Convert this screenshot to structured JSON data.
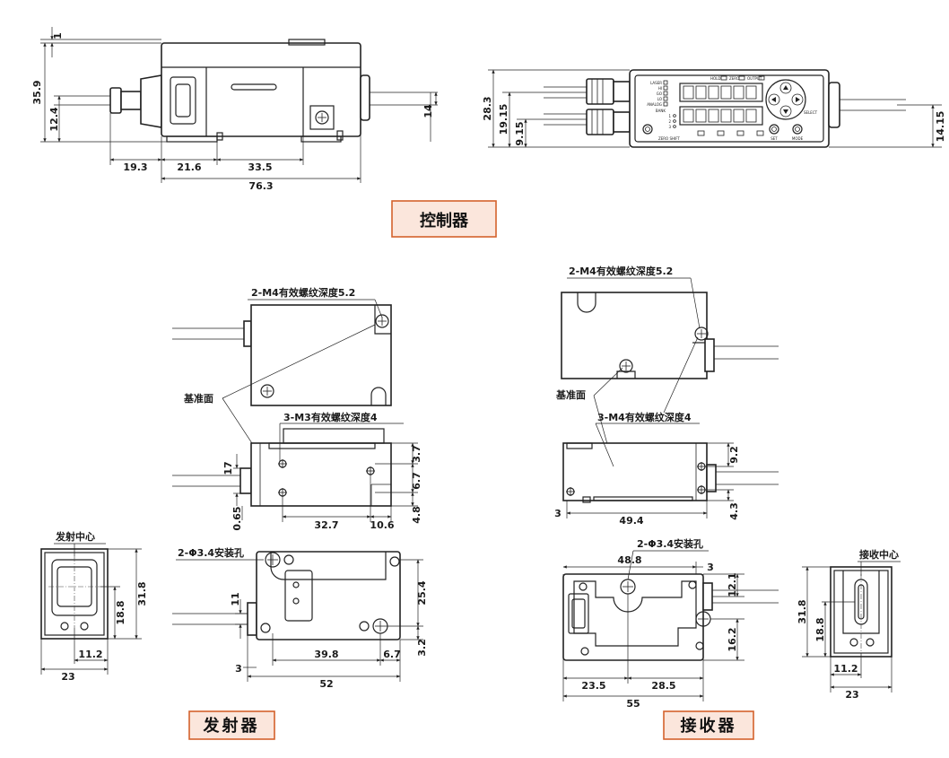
{
  "labels": {
    "controller": "控制器",
    "emitter": "发射器",
    "receiver": "接收器"
  },
  "controller": {
    "side_dims": {
      "top_gap": "1",
      "height": "35.9",
      "cable_height": "12.4",
      "right_height": "14",
      "seg1": "19.3",
      "seg2": "21.6",
      "seg3": "33.5",
      "total_length": "76.3"
    },
    "front_dims": {
      "height": "28.3",
      "upper_connector": "19.15",
      "lower_connector": "9.15",
      "right_cable": "14.15"
    },
    "panel_text": {
      "laser": "LASER",
      "hi": "HI",
      "go": "GO",
      "lo": "LO",
      "analog": "ANALOG",
      "bank": "BANK",
      "bank_1": "1",
      "bank_2": "2",
      "bank_3": "3",
      "select": "SELECT",
      "zero_shift": "ZERO SHIFT",
      "set": "SET",
      "mode": "MODE",
      "display_labels": [
        "HOLD",
        "ZERO",
        "OUTPUT"
      ]
    }
  },
  "emitter": {
    "notes": {
      "top_threads": "2-M4有效螺纹深度5.2",
      "reference_face": "基准面",
      "side_threads": "3-M3有效螺纹深度4",
      "mount_holes": "2-Φ3.4安装孔",
      "emit_center": "发射中心"
    },
    "side_dims": {
      "height": "17",
      "offset": "0.65",
      "hole_spacing": "32.7",
      "right_offset": "10.6",
      "top_offset": "3.7",
      "mid_gap": "6.7",
      "bottom_offset": "4.8"
    },
    "bottom_dims": {
      "cable": "11",
      "hole_span": "39.8",
      "edge_right": "6.7",
      "height": "25.4",
      "bottom": "3.2",
      "left_offset": "3",
      "length": "52"
    },
    "end_dims": {
      "window": "18.8",
      "height": "31.8",
      "center": "11.2",
      "width": "23"
    }
  },
  "receiver": {
    "notes": {
      "top_threads": "2-M4有效螺纹深度5.2",
      "reference_face": "基准面",
      "side_threads": "3-M4有效螺纹深度4",
      "mount_holes": "2-Φ3.4安装孔",
      "receive_center": "接收中心"
    },
    "side_dims": {
      "offset_left": "3",
      "length": "49.4",
      "top_offset": "9.2",
      "bottom_offset": "4.3"
    },
    "bottom_dims": {
      "hole_span": "48.8",
      "edge_right": "3",
      "top": "12.1",
      "mid": "16.2",
      "seg_left": "23.5",
      "seg_right": "28.5",
      "length": "55"
    },
    "end_dims": {
      "height": "31.8",
      "window": "18.8",
      "center": "11.2",
      "width": "23"
    }
  }
}
